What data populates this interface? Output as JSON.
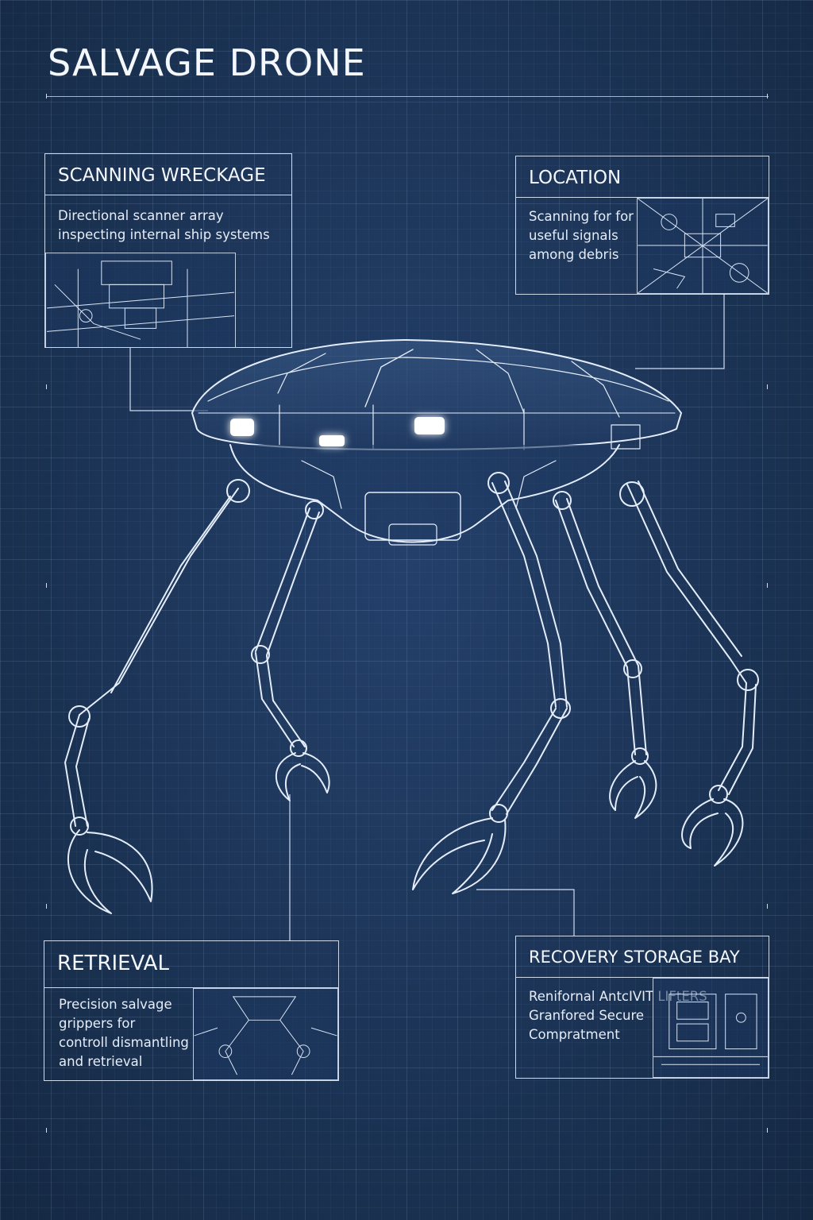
{
  "title": "SALVAGE DRONE",
  "panels": {
    "scanning": {
      "heading": "SCANNING WRECKAGE",
      "lines": [
        "Directional scanner array",
        "inspecting internal ship systems"
      ]
    },
    "location": {
      "heading": "LOCATION",
      "lines": [
        "Scanning for for",
        "useful signals",
        "among debris"
      ]
    },
    "retrieval": {
      "heading": "RETRIEVAL",
      "lines": [
        "Precision salvage",
        "grippers for",
        "controll dismantling",
        "and retrieval"
      ]
    },
    "storage": {
      "heading": "RECOVERY STORAGE BAY",
      "lines": [
        "Renifornal AntcIVIT LIFtERS",
        "Granfored Secure",
        "Compratment"
      ]
    }
  },
  "colors": {
    "background": "#1b3358",
    "line": "#dfe9f7",
    "glow": "#ffffff"
  }
}
